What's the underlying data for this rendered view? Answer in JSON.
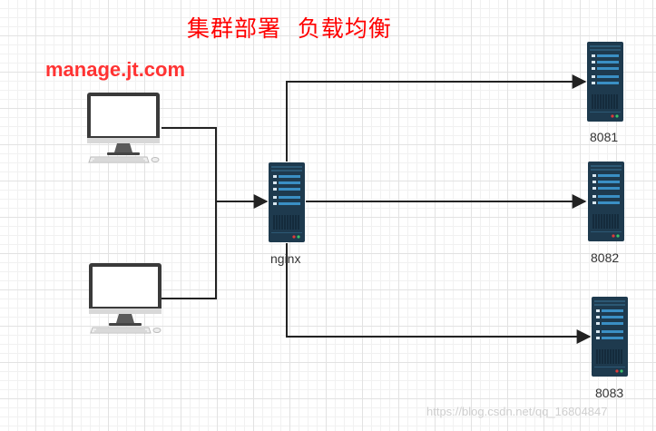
{
  "title": "集群部署  负载均衡",
  "subtitle": "manage.jt.com",
  "proxy": {
    "label": "nginx"
  },
  "servers": [
    {
      "label": "8081"
    },
    {
      "label": "8082"
    },
    {
      "label": "8083"
    }
  ],
  "watermark": "https://blog.csdn.net/qq_16804847",
  "colors": {
    "title": "#ff0000",
    "subtitle": "#ff3333",
    "server_body": "#1e3a4e",
    "server_accent": "#3a8fc4",
    "connector": "#222222"
  }
}
